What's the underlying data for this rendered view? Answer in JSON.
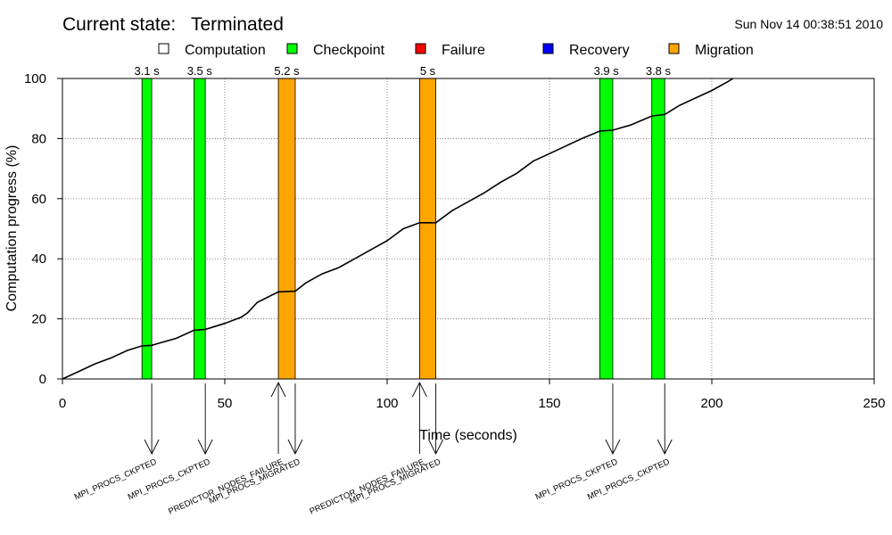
{
  "header": {
    "state_label": "Current state:",
    "state_value": "Terminated",
    "timestamp": "Sun Nov 14 00:38:51 2010"
  },
  "legend": {
    "placement": "top",
    "items": [
      {
        "label": "Computation",
        "color": "#ffffff"
      },
      {
        "label": "Checkpoint",
        "color": "#00ff00"
      },
      {
        "label": "Failure",
        "color": "#ff0000"
      },
      {
        "label": "Recovery",
        "color": "#0000ff"
      },
      {
        "label": "Migration",
        "color": "#ffa500"
      }
    ]
  },
  "chart_data": {
    "type": "line",
    "xlabel": "Time (seconds)",
    "ylabel": "Computation progress (%)",
    "xlim": [
      0,
      250
    ],
    "ylim": [
      0,
      100
    ],
    "x_ticks": [
      0,
      50,
      100,
      150,
      200,
      250
    ],
    "y_ticks": [
      0,
      20,
      40,
      60,
      80,
      100
    ],
    "grid": true,
    "series": [
      {
        "color": "#000000",
        "points": [
          [
            0,
            0
          ],
          [
            5,
            2.5
          ],
          [
            10,
            5
          ],
          [
            15,
            7
          ],
          [
            20,
            9.5
          ],
          [
            24.5,
            11
          ],
          [
            27.5,
            11.2
          ],
          [
            30,
            12
          ],
          [
            35,
            13.5
          ],
          [
            40.5,
            16.2
          ],
          [
            44,
            16.5
          ],
          [
            50,
            18.5
          ],
          [
            55,
            20.5
          ],
          [
            57,
            22
          ],
          [
            60,
            25.5
          ],
          [
            66.5,
            29
          ],
          [
            71.7,
            29.2
          ],
          [
            75,
            32
          ],
          [
            80,
            35
          ],
          [
            85,
            37
          ],
          [
            90,
            40
          ],
          [
            95,
            43
          ],
          [
            100,
            46
          ],
          [
            105,
            50
          ],
          [
            110,
            52
          ],
          [
            115,
            52
          ],
          [
            120,
            56
          ],
          [
            125,
            59
          ],
          [
            130,
            62
          ],
          [
            135,
            65.5
          ],
          [
            140,
            68.5
          ],
          [
            145,
            72.5
          ],
          [
            150,
            75
          ],
          [
            155,
            77.5
          ],
          [
            160,
            80
          ],
          [
            165.5,
            82.5
          ],
          [
            169.5,
            82.8
          ],
          [
            175,
            84.5
          ],
          [
            181.5,
            87.5
          ],
          [
            185.5,
            88
          ],
          [
            190,
            91
          ],
          [
            195,
            93.5
          ],
          [
            200,
            96
          ],
          [
            205,
            99
          ],
          [
            206.5,
            100
          ]
        ]
      }
    ],
    "events": [
      {
        "type": "Checkpoint",
        "start": 24.5,
        "end": 27.5,
        "duration_label": "3.1 s",
        "color": "#00ff00"
      },
      {
        "type": "Checkpoint",
        "start": 40.5,
        "end": 44,
        "duration_label": "3.5 s",
        "color": "#00ff00"
      },
      {
        "type": "Migration",
        "start": 66.5,
        "end": 71.7,
        "duration_label": "5.2 s",
        "color": "#ffa500"
      },
      {
        "type": "Migration",
        "start": 110,
        "end": 115,
        "duration_label": "5 s",
        "color": "#ffa500"
      },
      {
        "type": "Checkpoint",
        "start": 165.5,
        "end": 169.5,
        "duration_label": "3.9 s",
        "color": "#00ff00"
      },
      {
        "type": "Checkpoint",
        "start": 181.5,
        "end": 185.5,
        "duration_label": "3.8 s",
        "color": "#00ff00"
      }
    ],
    "annotations": [
      {
        "label": "MPI_PROCS_CKPTED",
        "x": 27.5,
        "direction": "down"
      },
      {
        "label": "MPI_PROCS_CKPTED",
        "x": 44,
        "direction": "down"
      },
      {
        "label": "PREDICTOR_NODES_FAILURE",
        "x": 66.5,
        "direction": "up"
      },
      {
        "label": "MPI_PROCS_MIGRATED",
        "x": 71.7,
        "direction": "down"
      },
      {
        "label": "PREDICTOR_NODES_FAILURE",
        "x": 110,
        "direction": "up"
      },
      {
        "label": "MPI_PROCS_MIGRATED",
        "x": 115,
        "direction": "down"
      },
      {
        "label": "MPI_PROCS_CKPTED",
        "x": 169.5,
        "direction": "down"
      },
      {
        "label": "MPI_PROCS_CKPTED",
        "x": 185.5,
        "direction": "down"
      }
    ]
  }
}
